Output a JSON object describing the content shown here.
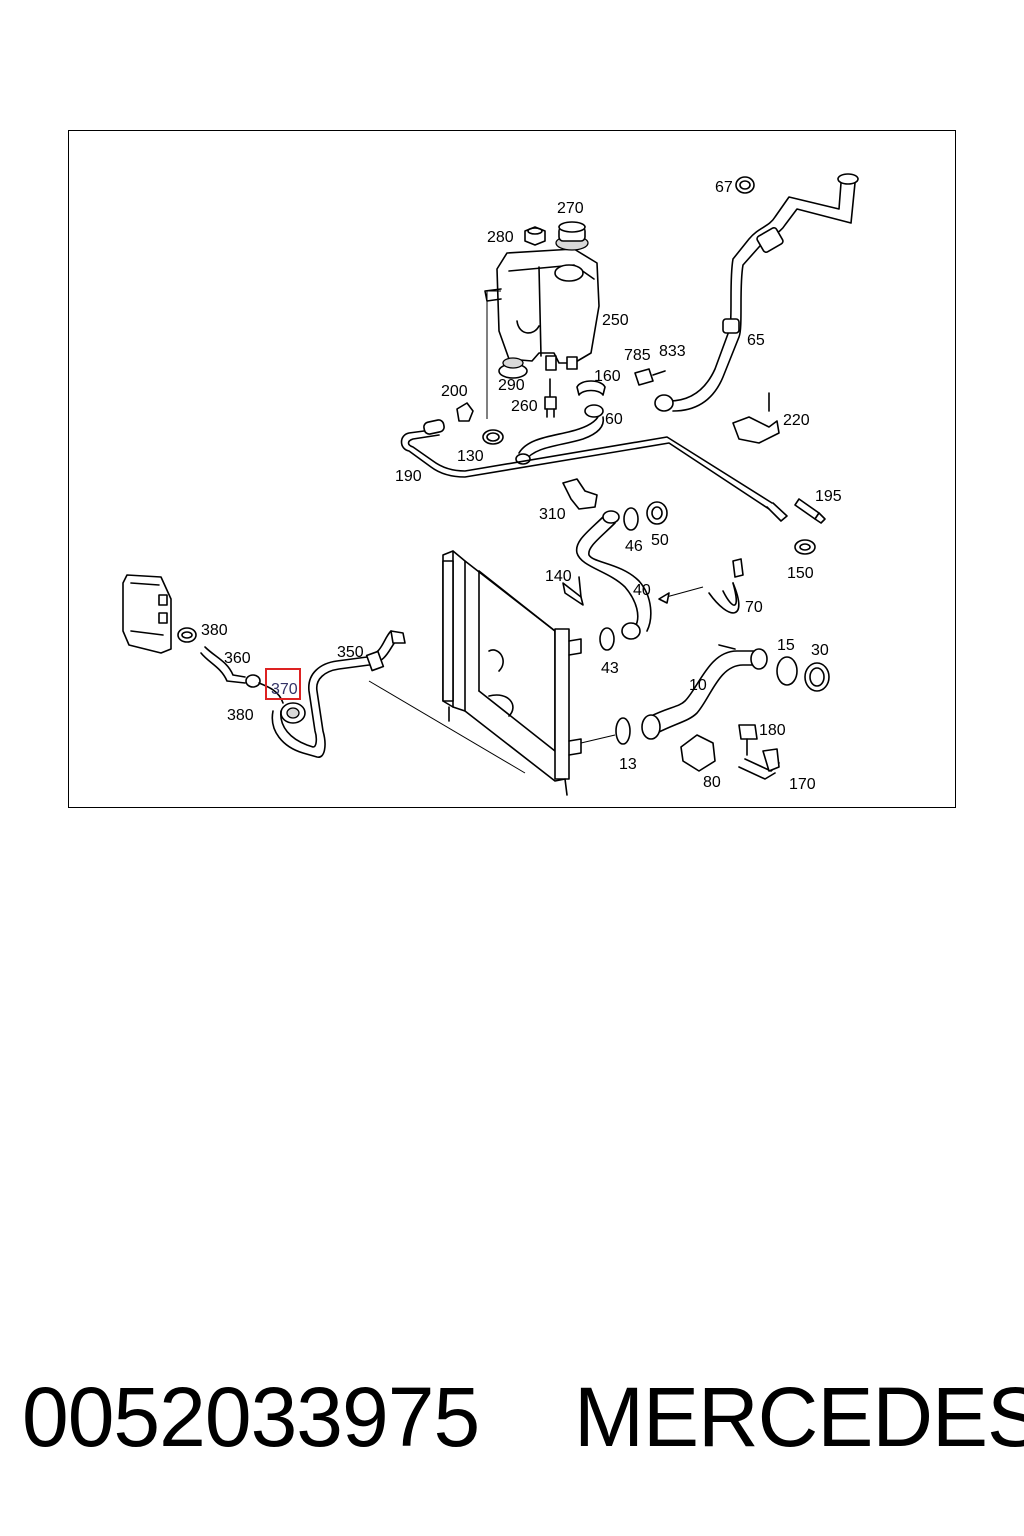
{
  "diagram": {
    "callouts": {
      "c10": "10",
      "c13": "13",
      "c15": "15",
      "c30": "30",
      "c40": "40",
      "c43": "43",
      "c46": "46",
      "c50": "50",
      "c60": "60",
      "c65": "65",
      "c67": "67",
      "c70": "70",
      "c80": "80",
      "c130": "130",
      "c140": "140",
      "c150": "150",
      "c160": "160",
      "c170": "170",
      "c180": "180",
      "c190": "190",
      "c195": "195",
      "c200": "200",
      "c220": "220",
      "c250": "250",
      "c260": "260",
      "c270": "270",
      "c280": "280",
      "c290": "290",
      "c310": "310",
      "c350": "350",
      "c360": "360",
      "c370": "370",
      "c380a": "380",
      "c380b": "380",
      "c785": "785",
      "c833": "833"
    },
    "highlighted_callout": "370",
    "highlight_color": "#dd2222"
  },
  "footer": {
    "part_number": "0052033975",
    "brand": "MERCEDES"
  }
}
